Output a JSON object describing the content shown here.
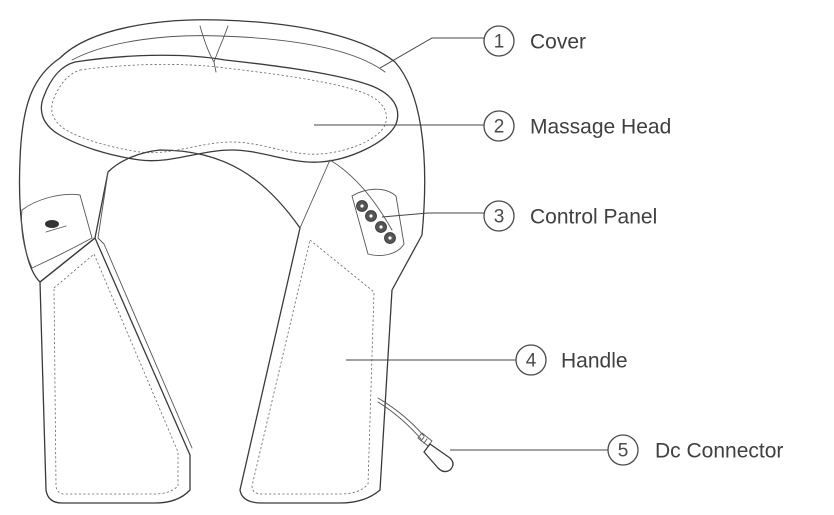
{
  "parts": [
    {
      "number": "1",
      "label": "Cover"
    },
    {
      "number": "2",
      "label": "Massage Head"
    },
    {
      "number": "3",
      "label": "Control Panel"
    },
    {
      "number": "4",
      "label": "Handle"
    },
    {
      "number": "5",
      "label": "Dc Connector"
    }
  ]
}
